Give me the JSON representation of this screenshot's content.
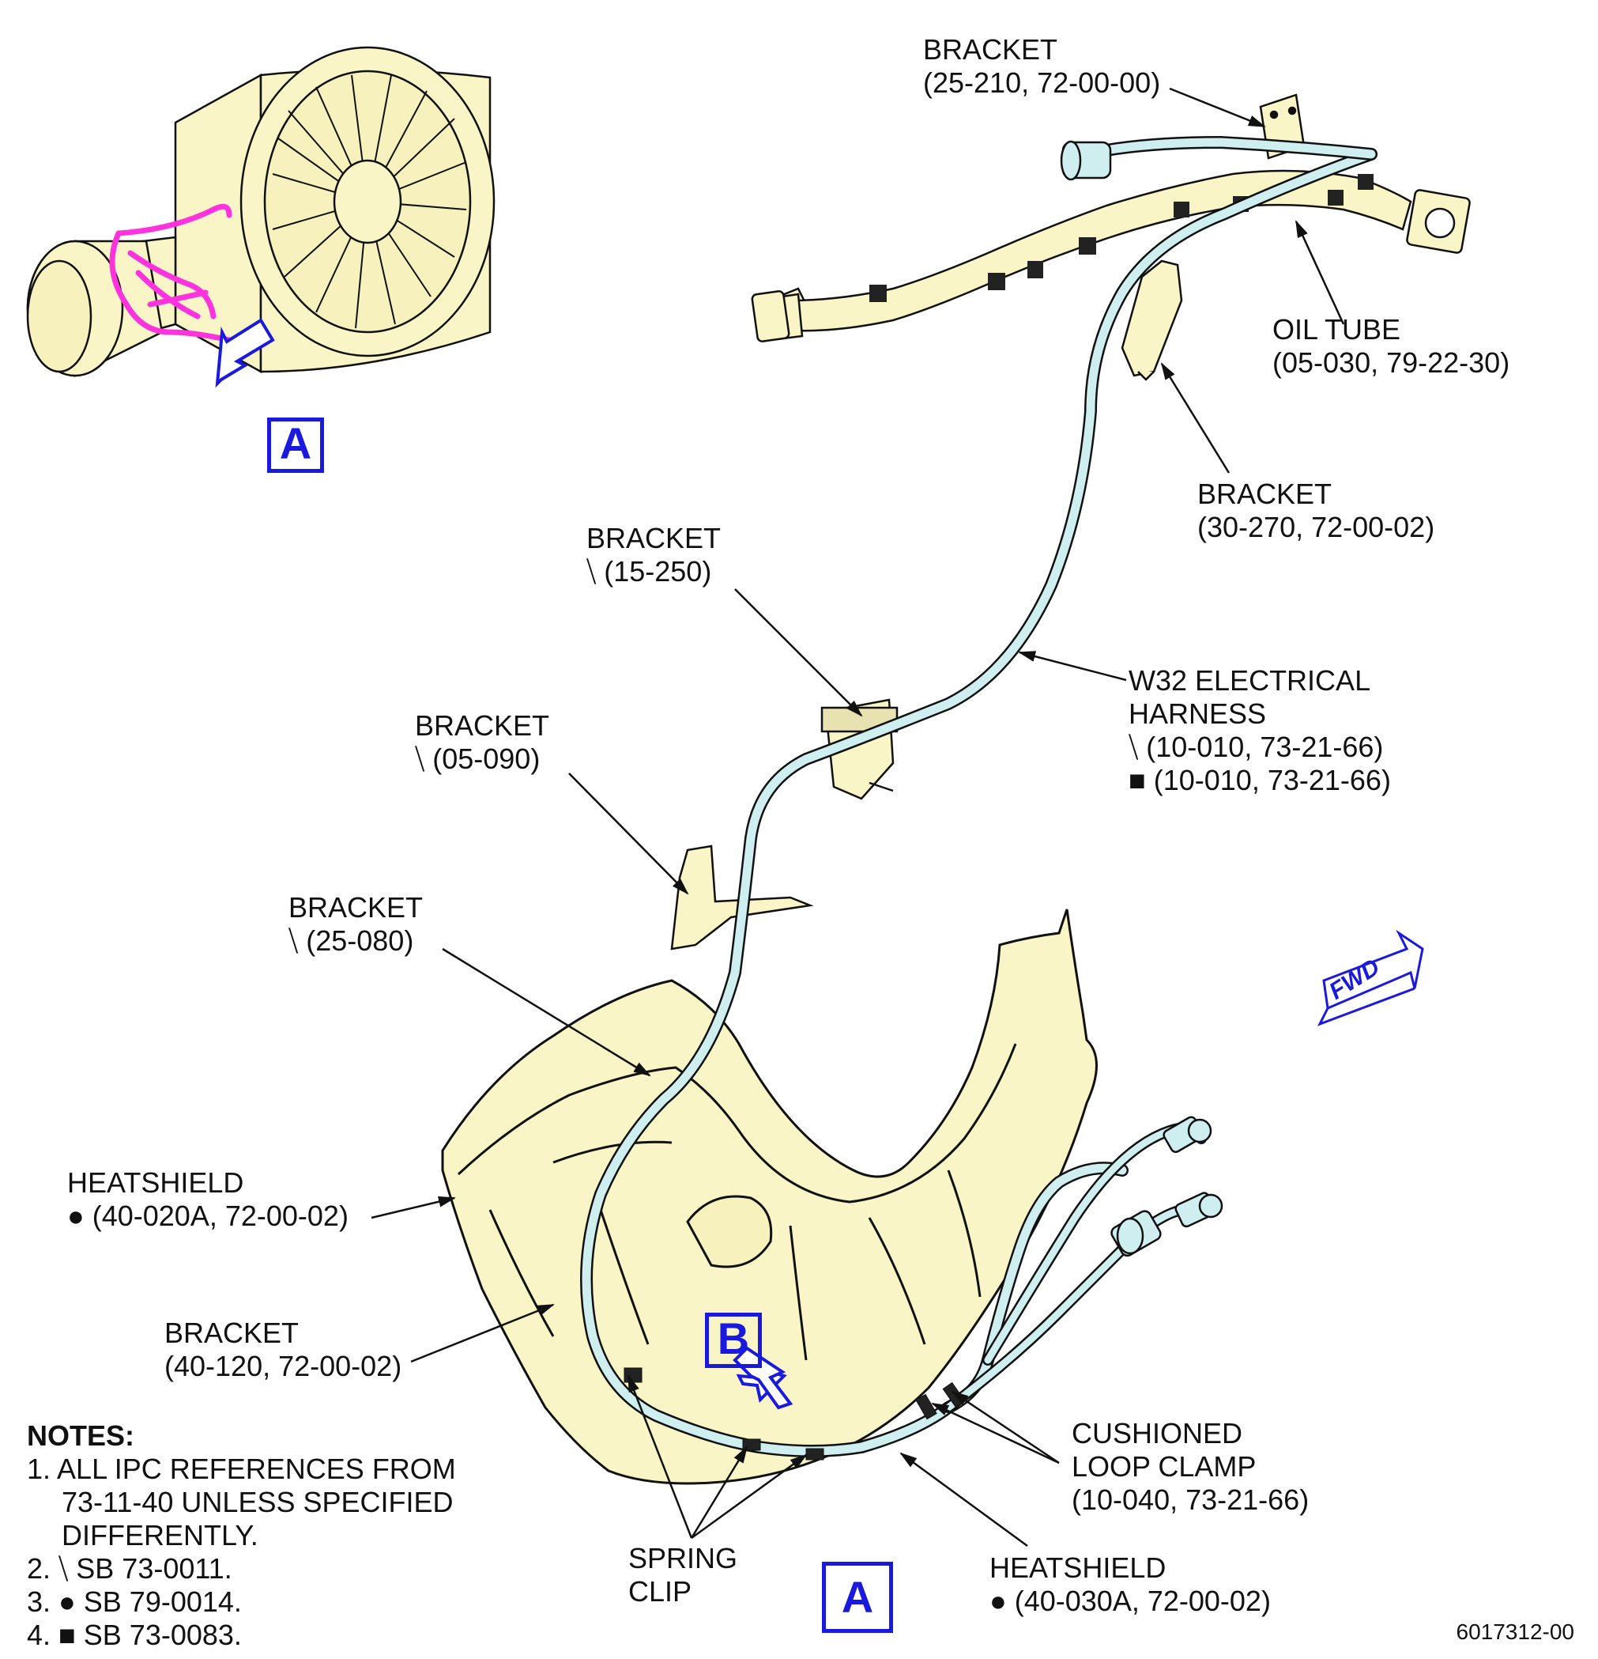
{
  "labels": {
    "bracket_top": [
      "BRACKET",
      "(25-210, 72-00-00)"
    ],
    "oil_tube": [
      "OIL TUBE",
      "(05-030, 79-22-30)"
    ],
    "bracket_30_270": [
      "BRACKET",
      "(30-270, 72-00-02)"
    ],
    "bracket_15_250": [
      "BRACKET",
      "⧹ (15-250)"
    ],
    "harness": [
      "W32 ELECTRICAL",
      "HARNESS",
      "⧹ (10-010, 73-21-66)",
      "■ (10-010, 73-21-66)"
    ],
    "bracket_05_090": [
      "BRACKET",
      "⧹ (05-090)"
    ],
    "bracket_25_080": [
      "BRACKET",
      "⧹ (25-080)"
    ],
    "heatshield_left": [
      "HEATSHIELD",
      "● (40-020A, 72-00-02)"
    ],
    "bracket_40_120": [
      "BRACKET",
      "(40-120, 72-00-02)"
    ],
    "cushioned_clamp": [
      "CUSHIONED",
      "LOOP CLAMP",
      "(10-040, 73-21-66)"
    ],
    "spring_clip": [
      "SPRING",
      "CLIP"
    ],
    "heatshield_bottom": [
      "HEATSHIELD",
      "● (40-030A, 72-00-02)"
    ]
  },
  "notes": {
    "title": "NOTES:",
    "items": [
      "1. ALL IPC REFERENCES FROM",
      "73-11-40 UNLESS SPECIFIED",
      "DIFFERENTLY.",
      "2. ⧹ SB 73-0011.",
      "3. ● SB 79-0014.",
      "4. ■ SB 73-0083."
    ]
  },
  "view_markers": {
    "a_top": "A",
    "b": "B",
    "a_bottom": "A"
  },
  "fwd": "FWD",
  "doc_number": "6017312-00",
  "colors": {
    "part_fill": "#faf5c6",
    "harness_fill": "#cfeef0",
    "highlight": "#ff33dd",
    "callout_blue": "#1a1adf",
    "line": "#111111"
  }
}
